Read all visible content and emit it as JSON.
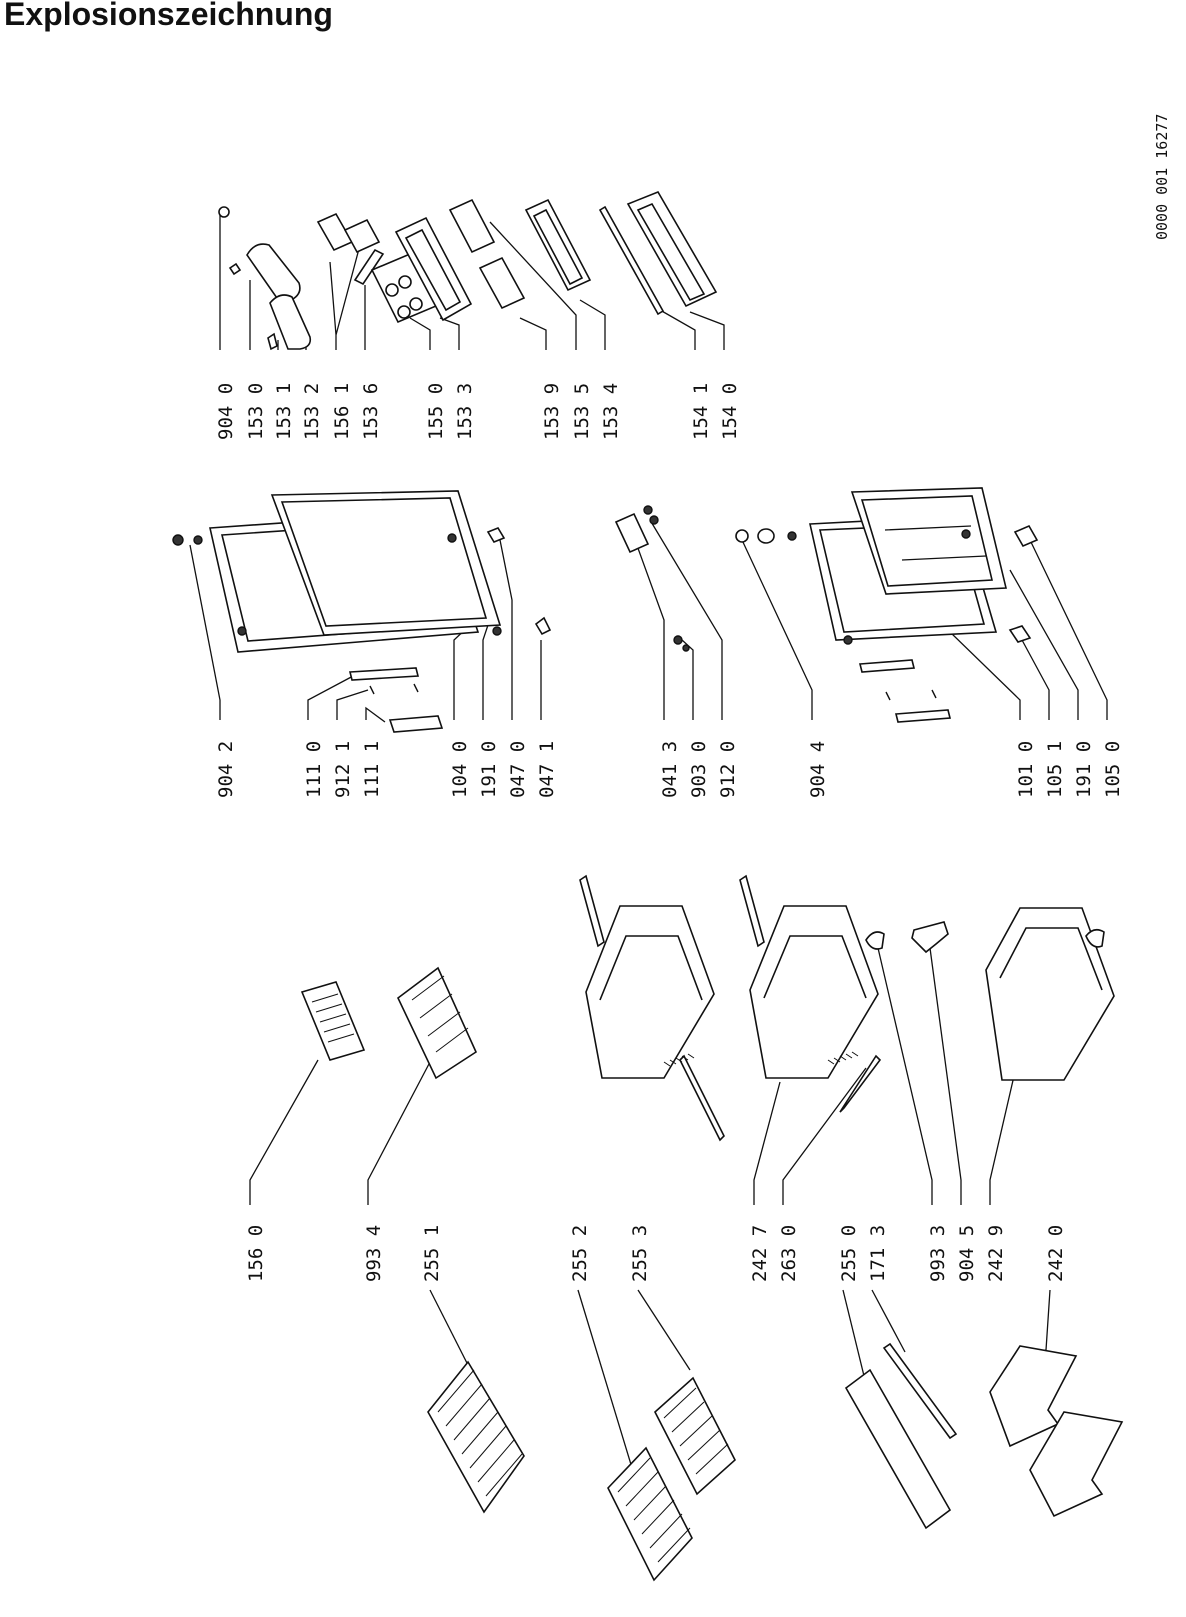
{
  "title": "Explosionszeichnung",
  "document_ref": "0000 001 16277",
  "part_labels": [
    "904 0",
    "153 0",
    "153 1",
    "153 2",
    "156 1",
    "153 6",
    "155 0",
    "153 3",
    "153 9",
    "153 5",
    "153 4",
    "154 1",
    "154 0",
    "904 2",
    "111 0",
    "912 1",
    "111 1",
    "104 0",
    "191 0",
    "047 0",
    "047 1",
    "041 3",
    "903 0",
    "912 0",
    "904 4",
    "101 0",
    "105 1",
    "191 0",
    "105 0",
    "156 0",
    "993 4",
    "255 1",
    "255 2",
    "255 3",
    "242 7",
    "263 0",
    "255 0",
    "171 3",
    "993 3",
    "904 5",
    "242 9",
    "242 0"
  ]
}
